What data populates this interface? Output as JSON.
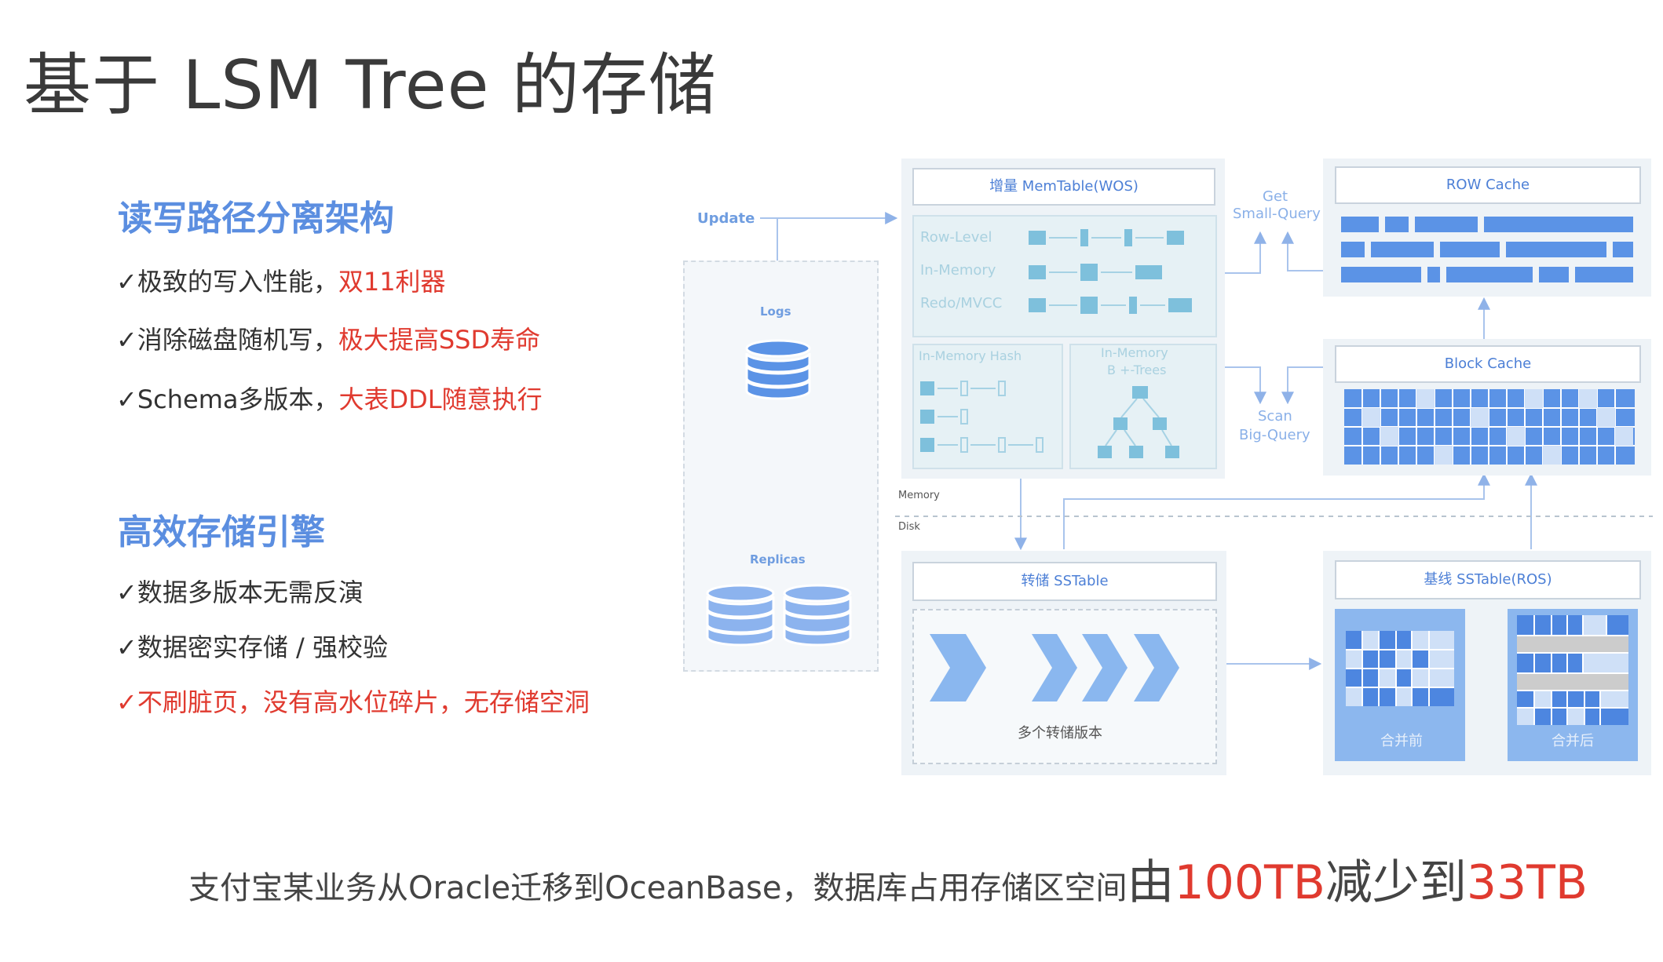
{
  "title": "基于 LSM Tree 的存储",
  "section1": {
    "title": "读写路径分离架构",
    "bullets": [
      {
        "text": "✓极致的写入性能，",
        "highlight": "双11利器"
      },
      {
        "text": "✓消除磁盘随机写，",
        "highlight": "极大提高SSD寿命"
      },
      {
        "text": "✓Schema多版本，",
        "highlight": "大表DDL随意执行"
      }
    ]
  },
  "section2": {
    "title": "高效存储引擎",
    "bullets": [
      {
        "text": "✓数据多版本无需反演",
        "highlight": ""
      },
      {
        "text": "✓数据密实存储 / 强校验",
        "highlight": ""
      },
      {
        "text": "",
        "highlight": "✓不刷脏页，没有高水位碎片，无存储空洞"
      }
    ]
  },
  "diagram": {
    "update": "Update",
    "logs": "Logs",
    "replicas": "Replicas",
    "memtable": "增量 MemTable(WOS)",
    "row_level": "Row-Level",
    "in_memory": "In-Memory",
    "redo_mvcc": "Redo/MVCC",
    "in_memory_hash": "In-Memory Hash",
    "in_memory_btrees_1": "In-Memory",
    "in_memory_btrees_2": "B +-Trees",
    "get": "Get",
    "small_query": "Small-Query",
    "scan": "Scan",
    "big_query": "Big-Query",
    "row_cache": "ROW Cache",
    "block_cache": "Block Cache",
    "memory": "Memory",
    "disk": "Disk",
    "dump_sstable": "转储 SSTable",
    "multi_dump_versions": "多个转储版本",
    "base_sstable": "基线 SSTable(ROS)",
    "before_merge": "合并前",
    "after_merge": "合并后"
  },
  "footer": {
    "prefix": "支付宝某业务从Oracle迁移到OceanBase，数据库占用存储区空间",
    "from_word": "由",
    "from_value": "100TB",
    "middle": "减少到",
    "to_value": "33TB"
  }
}
